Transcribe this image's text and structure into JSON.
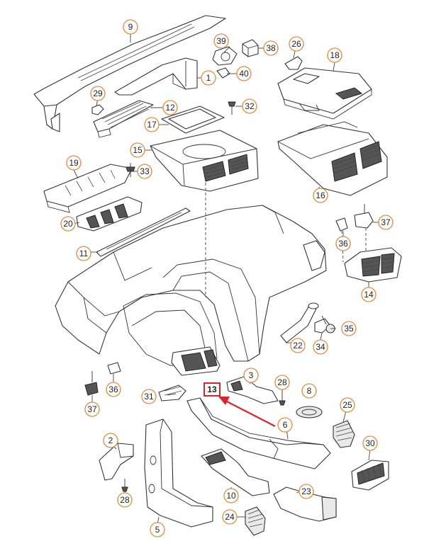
{
  "diagram": {
    "highlight": {
      "label": "13",
      "color": "#d8242a"
    },
    "callout_color": "#e08a3c",
    "callouts": [
      {
        "id": "c9",
        "label": "9"
      },
      {
        "id": "c1",
        "label": "1"
      },
      {
        "id": "c39",
        "label": "39"
      },
      {
        "id": "c38",
        "label": "38"
      },
      {
        "id": "c40",
        "label": "40"
      },
      {
        "id": "c26",
        "label": "26"
      },
      {
        "id": "c18",
        "label": "18"
      },
      {
        "id": "c29",
        "label": "29"
      },
      {
        "id": "c12",
        "label": "12"
      },
      {
        "id": "c32",
        "label": "32"
      },
      {
        "id": "c17",
        "label": "17"
      },
      {
        "id": "c15",
        "label": "15"
      },
      {
        "id": "c19",
        "label": "19"
      },
      {
        "id": "c33",
        "label": "33"
      },
      {
        "id": "c16",
        "label": "16"
      },
      {
        "id": "c20",
        "label": "20"
      },
      {
        "id": "c37a",
        "label": "37"
      },
      {
        "id": "c36a",
        "label": "36"
      },
      {
        "id": "c11",
        "label": "11"
      },
      {
        "id": "c14",
        "label": "14"
      },
      {
        "id": "c35",
        "label": "35"
      },
      {
        "id": "c22",
        "label": "22"
      },
      {
        "id": "c34",
        "label": "34"
      },
      {
        "id": "c36b",
        "label": "36"
      },
      {
        "id": "c3",
        "label": "3"
      },
      {
        "id": "c28a",
        "label": "28"
      },
      {
        "id": "c8",
        "label": "8"
      },
      {
        "id": "c31",
        "label": "31"
      },
      {
        "id": "c37b",
        "label": "37"
      },
      {
        "id": "c25",
        "label": "25"
      },
      {
        "id": "c6",
        "label": "6"
      },
      {
        "id": "c2",
        "label": "2"
      },
      {
        "id": "c30",
        "label": "30"
      },
      {
        "id": "c28b",
        "label": "28"
      },
      {
        "id": "c10",
        "label": "10"
      },
      {
        "id": "c23",
        "label": "23"
      },
      {
        "id": "c24",
        "label": "24"
      },
      {
        "id": "c5",
        "label": "5"
      }
    ]
  }
}
